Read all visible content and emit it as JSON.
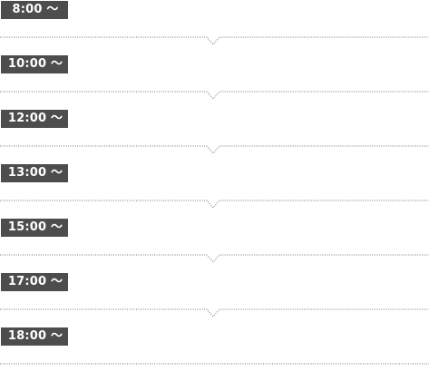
{
  "schedule": {
    "slots": [
      {
        "time": "8:00 〜"
      },
      {
        "time": "10:00 〜"
      },
      {
        "time": "12:00 〜"
      },
      {
        "time": "13:00 〜"
      },
      {
        "time": "15:00 〜"
      },
      {
        "time": "17:00 〜"
      },
      {
        "time": "18:00 〜"
      }
    ]
  },
  "colors": {
    "badge_bg": "#4d4d4d",
    "badge_text": "#ffffff",
    "divider": "#777777"
  }
}
